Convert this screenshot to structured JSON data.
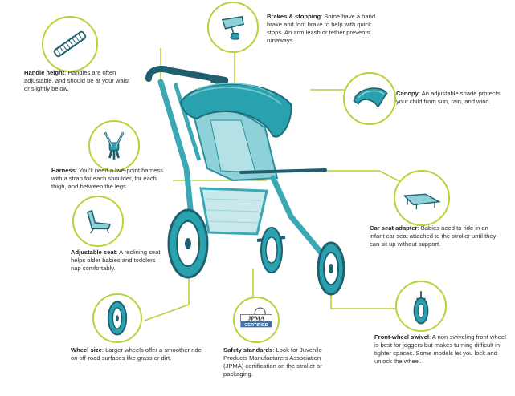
{
  "colors": {
    "accent_line": "#b7d23a",
    "stroller_teal": "#3aa8b5",
    "stroller_dark": "#1f5f6e",
    "text": "#2f2f2f"
  },
  "callouts": [
    {
      "id": "handle",
      "title": "Handle height",
      "text": "Handles are often adjustable, and should be at your waist or slightly below.",
      "icon": "handle-icon"
    },
    {
      "id": "brakes",
      "title": "Brakes & stopping",
      "text": "Some have a hand brake and foot brake to help with quick stops. An arm leash or tether prevents runaways.",
      "icon": "brake-icon"
    },
    {
      "id": "canopy",
      "title": "Canopy",
      "text": "An adjustable shade protects your child from sun, rain, and wind.",
      "icon": "canopy-icon"
    },
    {
      "id": "harness",
      "title": "Harness",
      "text": "You'll need a five-point harness with a strap for each shoulder, for each thigh, and between the legs.",
      "icon": "harness-icon"
    },
    {
      "id": "carseat",
      "title": "Car seat adapter",
      "text": "Babies need to ride in an infant car seat attached to the stroller until they can sit up without support.",
      "icon": "car-seat-adapter-icon"
    },
    {
      "id": "seat",
      "title": "Adjustable seat",
      "text": "A reclining seat helps older babies and toddlers nap comfortably.",
      "icon": "reclining-seat-icon"
    },
    {
      "id": "wheel",
      "title": "Wheel size",
      "text": "Larger wheels offer a smoother ride on off-road surfaces like grass or dirt.",
      "icon": "wheel-icon"
    },
    {
      "id": "safety",
      "title": "Safety standards",
      "text": "Look for Juvenile Products Manufacturers Association (JPMA) certification on the stroller or packaging.",
      "icon": "jpma-seal-icon"
    },
    {
      "id": "swivel",
      "title": "Front-wheel swivel",
      "text": "A non-swiveling front wheel is best for joggers but makes turning difficult in tighter spaces. Some models let you lock and unlock the wheel.",
      "icon": "front-wheel-icon"
    }
  ],
  "jpma_seal": {
    "top": "JPMA",
    "bottom": "CERTIFIED"
  }
}
